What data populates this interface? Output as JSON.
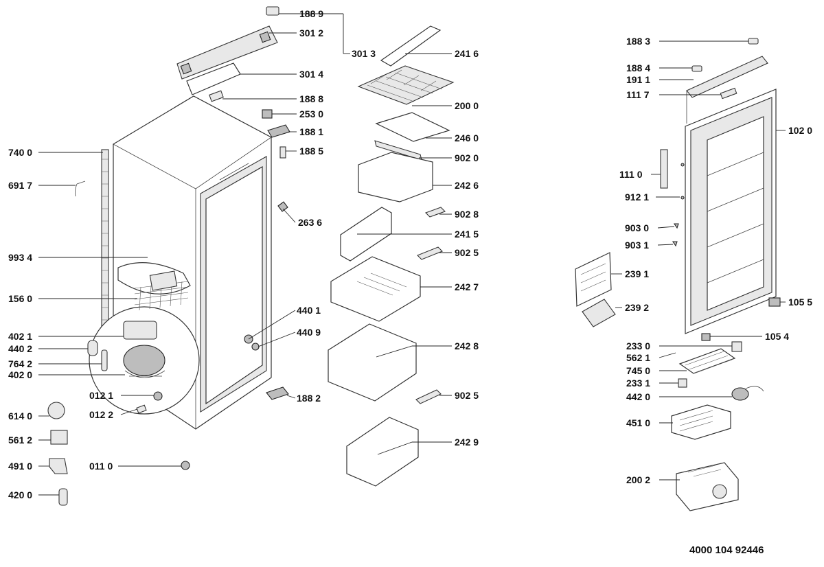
{
  "colors": {
    "background": "#ffffff",
    "ink": "#111111",
    "line": "#333333"
  },
  "labels": {
    "p1889": "188 9",
    "p3012": "301 2",
    "p3013": "301 3",
    "p3014": "301 4",
    "p1888": "188 8",
    "p2530": "253 0",
    "p1881": "188 1",
    "p1885": "188 5",
    "p2636": "263 6",
    "p4401": "440 1",
    "p4409": "440 9",
    "p1882": "188 2",
    "p7400": "740 0",
    "p6917": "691 7",
    "p9934": "993 4",
    "p1560": "156 0",
    "p4021": "402 1",
    "p4402": "440 2",
    "p7642": "764 2",
    "p4020": "402 0",
    "p0121": "012 1",
    "p0122": "012 2",
    "p6140": "614 0",
    "p5612": "561 2",
    "p4910": "491 0",
    "p0110": "011 0",
    "p4200": "420 0",
    "p2416": "241 6",
    "p2000": "200 0",
    "p2460": "246 0",
    "p9020": "902 0",
    "p2426": "242 6",
    "p9028": "902 8",
    "p2415": "241 5",
    "p9025a": "902 5",
    "p2427": "242 7",
    "p2428": "242 8",
    "p9025b": "902 5",
    "p2429": "242 9",
    "p1883": "188 3",
    "p1884": "188 4",
    "p1911": "191 1",
    "p1117": "111 7",
    "p1020": "102 0",
    "p1110": "111 0",
    "p9121": "912 1",
    "p9030": "903 0",
    "p9031": "903 1",
    "p2391": "239 1",
    "p2392": "239 2",
    "p1055": "105 5",
    "p1054": "105 4",
    "p2330": "233 0",
    "p5621": "562 1",
    "p7450": "745 0",
    "p2331": "233 1",
    "p4420": "442 0",
    "p4510": "451 0",
    "p2002": "200 2"
  },
  "document_code": "4000 104 92446"
}
